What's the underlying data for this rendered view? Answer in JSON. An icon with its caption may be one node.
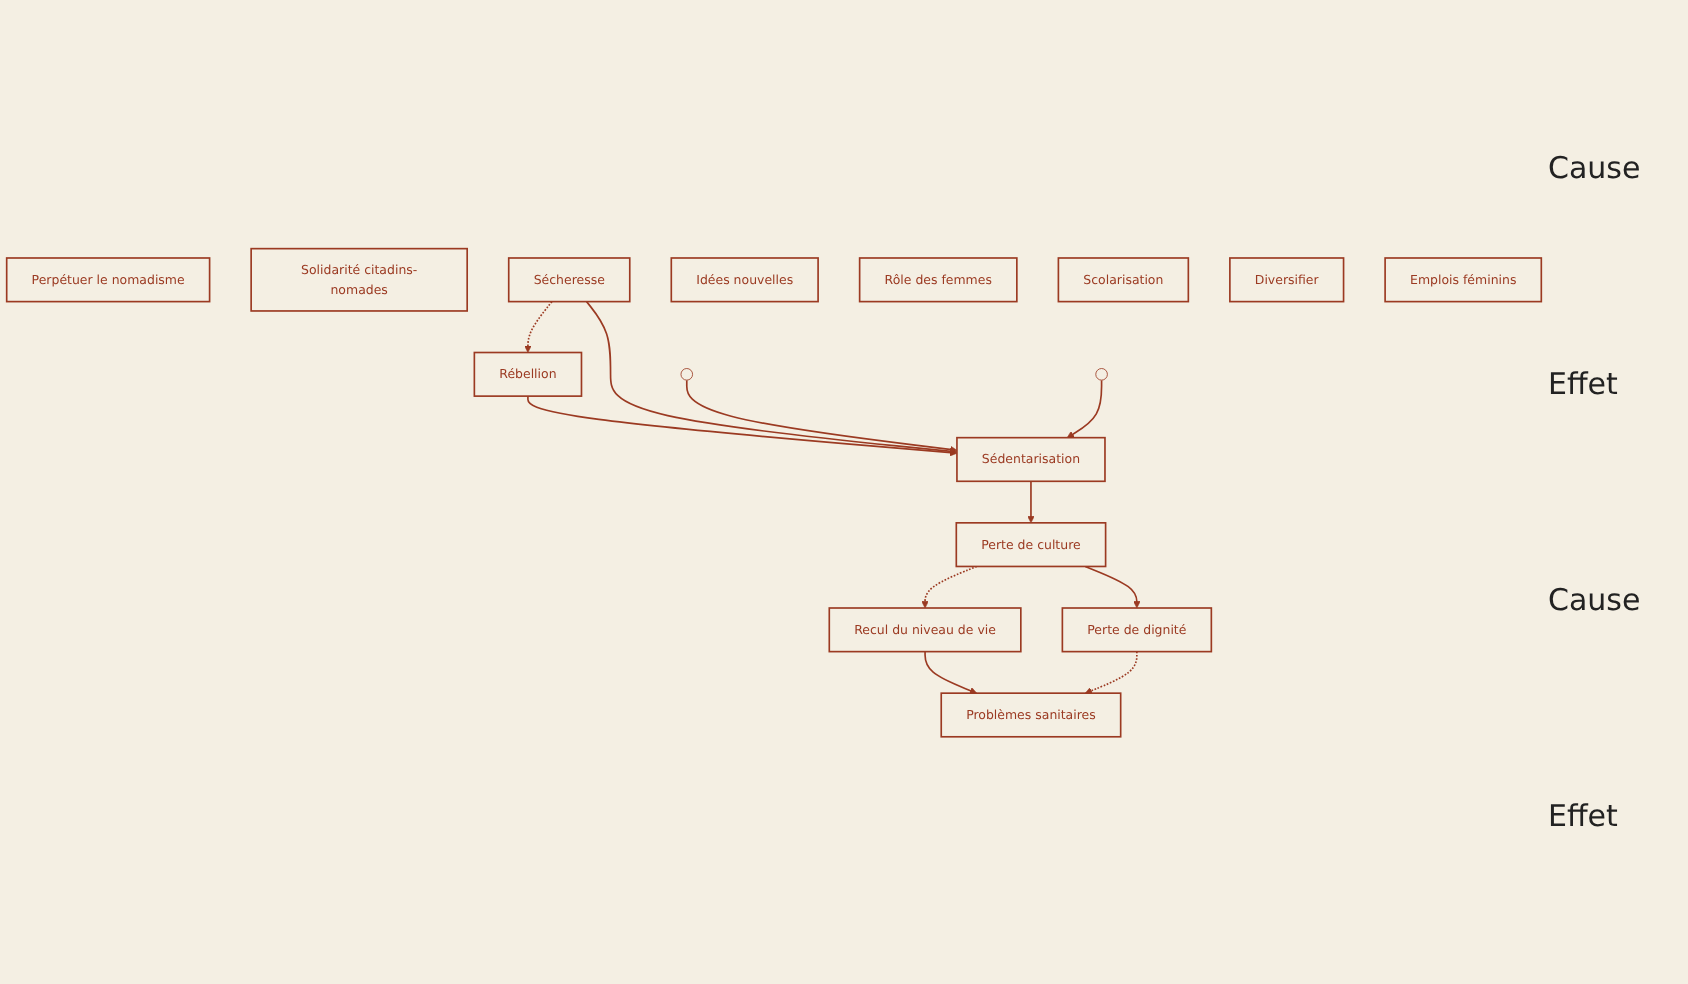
{
  "diagram": {
    "nodes": [
      {
        "text": [
          "Perpétuer le nomadisme"
        ]
      },
      {
        "text": [
          "Solidarité citadins-nomades"
        ]
      },
      {
        "text": [
          "Rébellion"
        ]
      },
      {
        "text": [
          "Sécheresse"
        ]
      },
      {
        "text": [
          "Sédentarisation"
        ]
      },
      {
        "text": [
          "Idées nouvelles"
        ]
      },
      {
        "text": [
          "Rôle des femmes"
        ]
      },
      {
        "text": [
          "Perte de culture"
        ]
      },
      {
        "text": [
          "Recul du niveau de vie"
        ]
      },
      {
        "text": [
          "Scolarisation"
        ]
      },
      {
        "text": [
          "Diversifier"
        ]
      },
      {
        "text": [
          "Perte de dignité"
        ]
      },
      {
        "text": [
          "Problèmes sanitaires"
        ]
      },
      {
        "text": [
          "Emplois féminins"
        ]
      }
    ],
    "edges": [
      {
        "from": 3,
        "to": 2,
        "arrow": "to",
        "style": "dashed"
      },
      {
        "from": 2,
        "to": 4,
        "arrow": "to"
      },
      {
        "from": 3,
        "to": 4,
        "arrow": "to"
      },
      {
        "from": null,
        "to": 4,
        "arrow": "to"
      },
      {
        "from": null,
        "to": 4,
        "arrow": "to"
      },
      {
        "from": 4,
        "to": 7,
        "arrow": "to"
      },
      {
        "from": 7,
        "to": 8,
        "arrow": "to",
        "style": "dashed"
      },
      {
        "from": 7,
        "to": 11,
        "arrow": "to"
      },
      {
        "from": 8,
        "to": 12,
        "arrow": "to"
      },
      {
        "from": 11,
        "to": 12,
        "arrow": "to",
        "style": "dashed"
      }
    ],
    "labels": [
      "Cause",
      "Effet",
      "Cause",
      "Effet"
    ]
  }
}
